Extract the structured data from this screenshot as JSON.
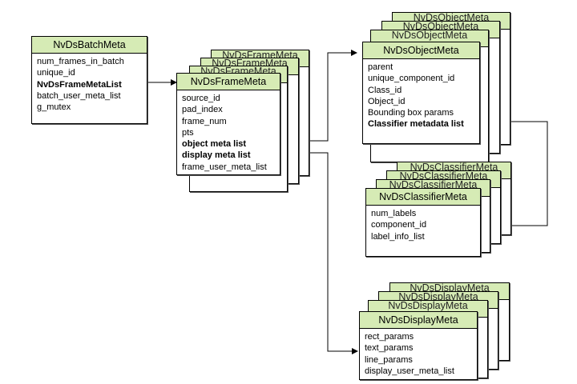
{
  "diagram": {
    "stack_header_color": "#d6ebb5",
    "border_color": "#000000",
    "nodes": {
      "batch": {
        "title": "NvDsBatchMeta",
        "fields": [
          "num_frames_in_batch",
          "unique_id",
          "NvDsFrameMetaList",
          "batch_user_meta_list",
          "g_mutex"
        ]
      },
      "frame": {
        "title": "NvDsFrameMeta",
        "fields": [
          "source_id",
          "pad_index",
          "frame_num",
          "pts",
          "object meta list",
          "display meta list",
          "frame_user_meta_list"
        ]
      },
      "object": {
        "title": "NvDsObjectMeta",
        "fields": [
          "parent",
          "unique_component_id",
          "Class_id",
          "Object_id",
          "Bounding box params",
          "Classifier metadata list"
        ]
      },
      "classifier": {
        "title": "NvDsClassifierMeta",
        "fields": [
          "num_labels",
          "component_id",
          "label_info_list"
        ]
      },
      "display": {
        "title": "NvDsDisplayMeta",
        "fields": [
          "rect_params",
          "text_params",
          "line_params",
          "display_user_meta_list"
        ]
      }
    }
  }
}
